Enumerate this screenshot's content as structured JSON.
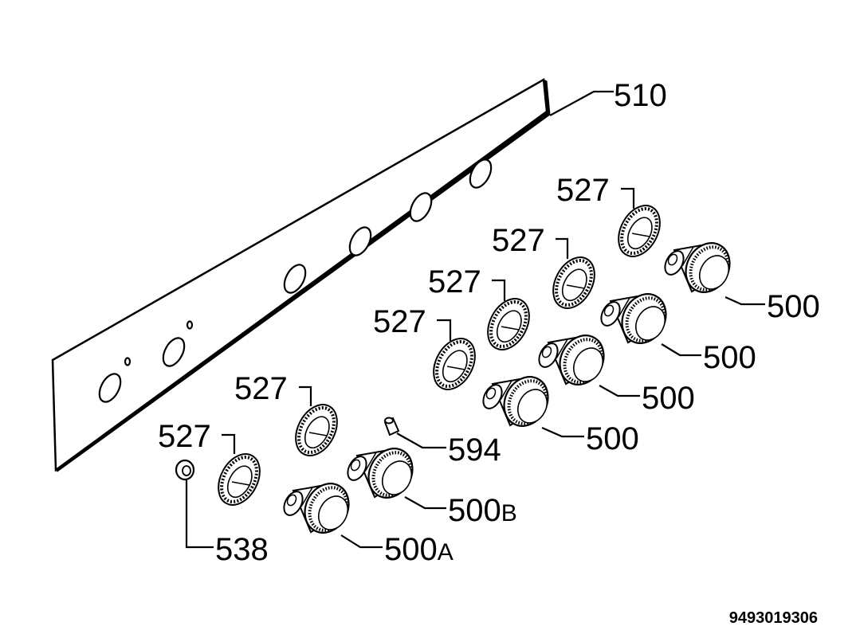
{
  "diagram": {
    "callouts": {
      "panel": "510",
      "ring": "527",
      "knob": "500",
      "knob_a_num": "500",
      "knob_a_suffix": "A",
      "knob_b_num": "500",
      "knob_b_suffix": "B",
      "small_part": "594",
      "nut": "538"
    },
    "document_number": "9493019306"
  }
}
